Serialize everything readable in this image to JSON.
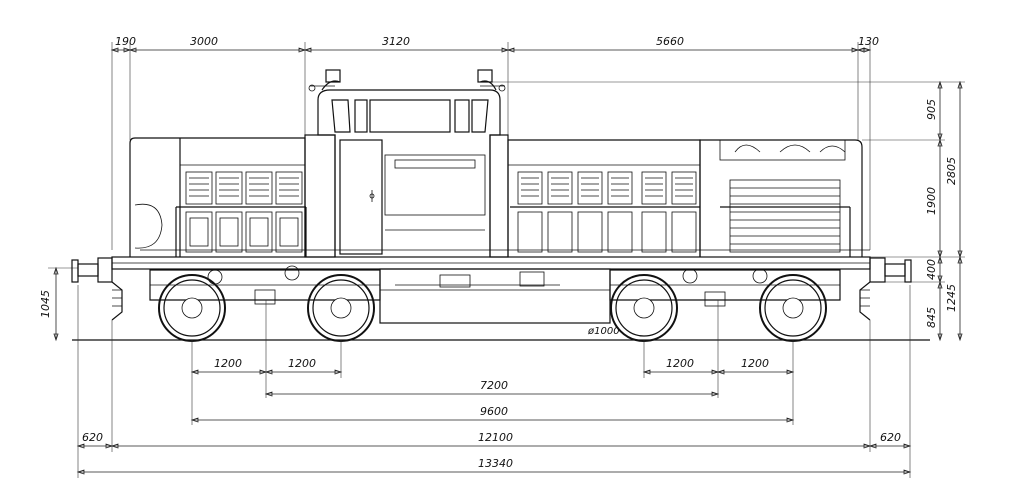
{
  "dimensions": {
    "top": [
      "190",
      "3000",
      "3120",
      "5660",
      "130"
    ],
    "right": [
      "905",
      "1900",
      "2805",
      "400",
      "845",
      "1245"
    ],
    "left": [
      "1045"
    ],
    "wheel_note": "ø1000",
    "bottom": {
      "bogie_left_a": "1200",
      "bogie_left_b": "1200",
      "bogie_right_a": "1200",
      "bogie_right_b": "1200",
      "pivot": "7200",
      "axle_span": "9600",
      "overhang_left": "620",
      "body": "12100",
      "overhang_right": "620",
      "total": "13340"
    }
  }
}
